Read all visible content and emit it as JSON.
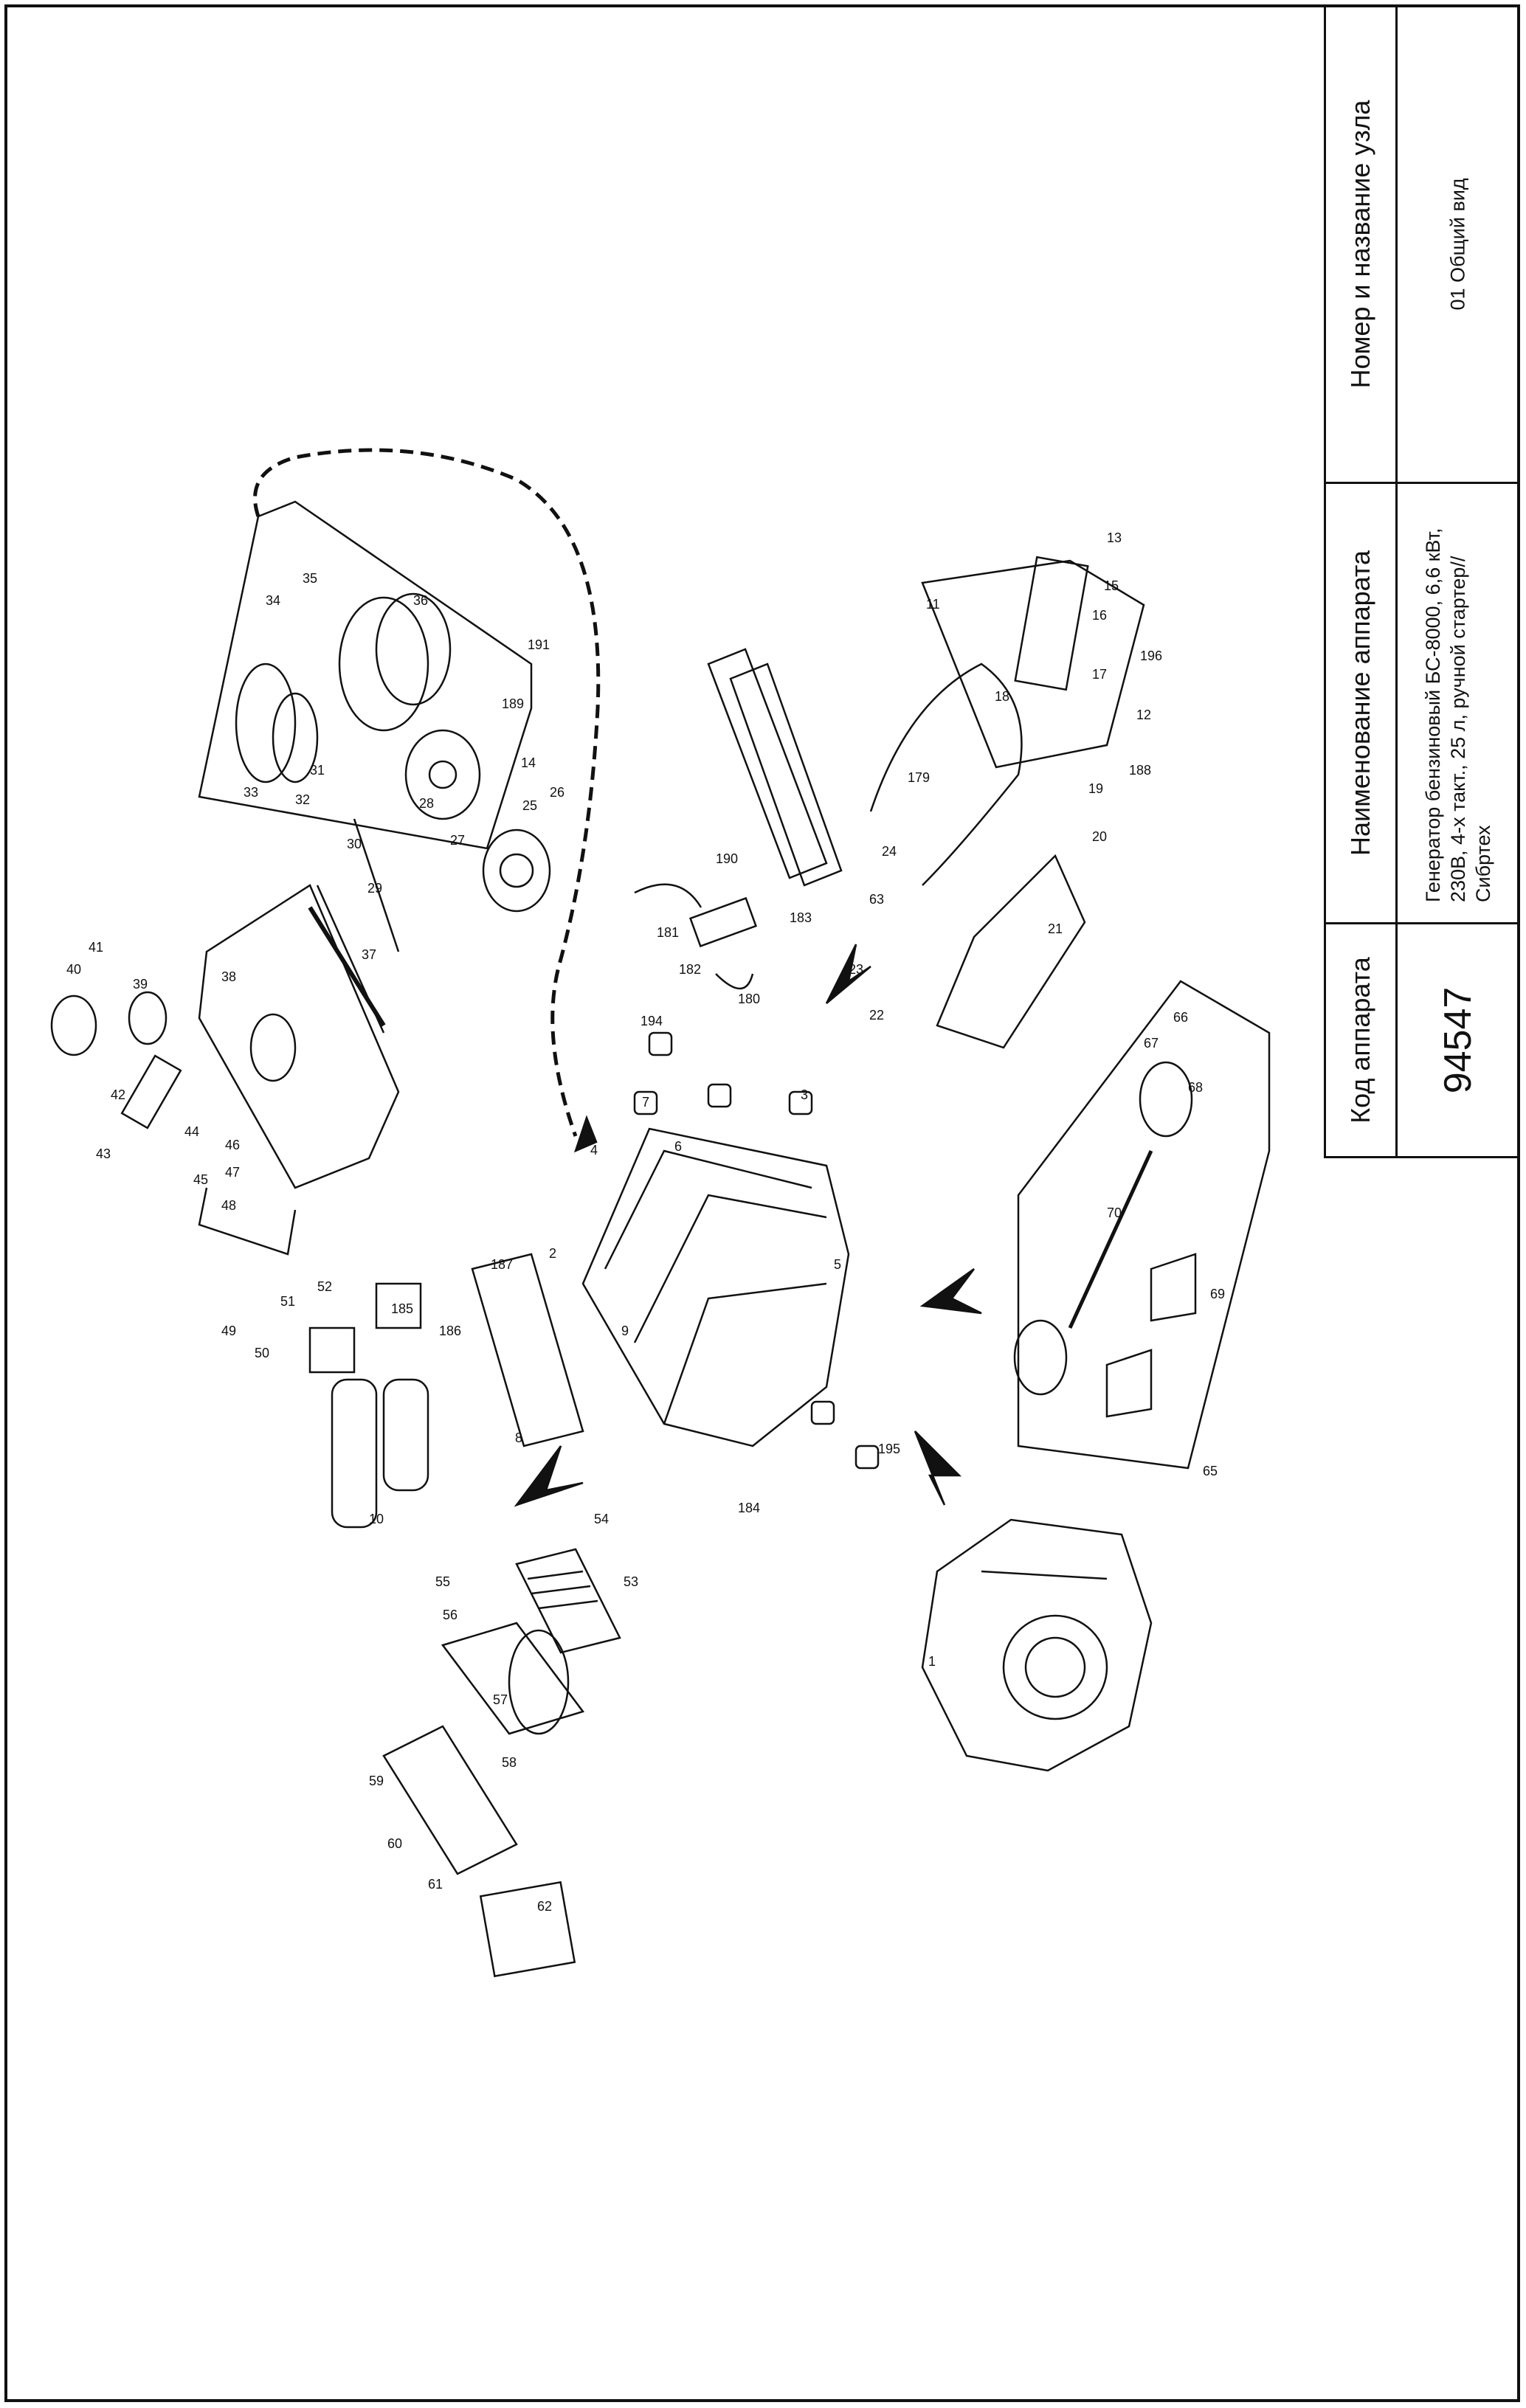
{
  "title_block": {
    "headers": {
      "code": "Код аппарата",
      "name": "Наименование аппарата",
      "unit": "Номер и название узла"
    },
    "code_value": "94547",
    "name_value": "Генератор бензиновый БС-8000, 6,6 кВт, 230В, 4-х такт., 25 л, ручной стартер// Сибртех",
    "unit_value": "01 Общий вид"
  },
  "callouts": [
    "1",
    "2",
    "3",
    "4",
    "5",
    "6",
    "7",
    "8",
    "9",
    "10",
    "11",
    "12",
    "13",
    "14",
    "15",
    "16",
    "17",
    "18",
    "19",
    "20",
    "21",
    "22",
    "23",
    "24",
    "25",
    "26",
    "27",
    "28",
    "29",
    "30",
    "31",
    "32",
    "33",
    "34",
    "35",
    "36",
    "37",
    "38",
    "39",
    "40",
    "41",
    "42",
    "43",
    "44",
    "45",
    "46",
    "47",
    "48",
    "49",
    "50",
    "51",
    "52",
    "53",
    "54",
    "55",
    "56",
    "57",
    "58",
    "59",
    "60",
    "61",
    "62",
    "63",
    "65",
    "66",
    "67",
    "68",
    "69",
    "70",
    "179",
    "180",
    "181",
    "182",
    "183",
    "184",
    "185",
    "186",
    "187",
    "188",
    "189",
    "190",
    "191",
    "194",
    "195",
    "196"
  ],
  "colors": {
    "line": "#111111",
    "paper": "#ffffff"
  }
}
